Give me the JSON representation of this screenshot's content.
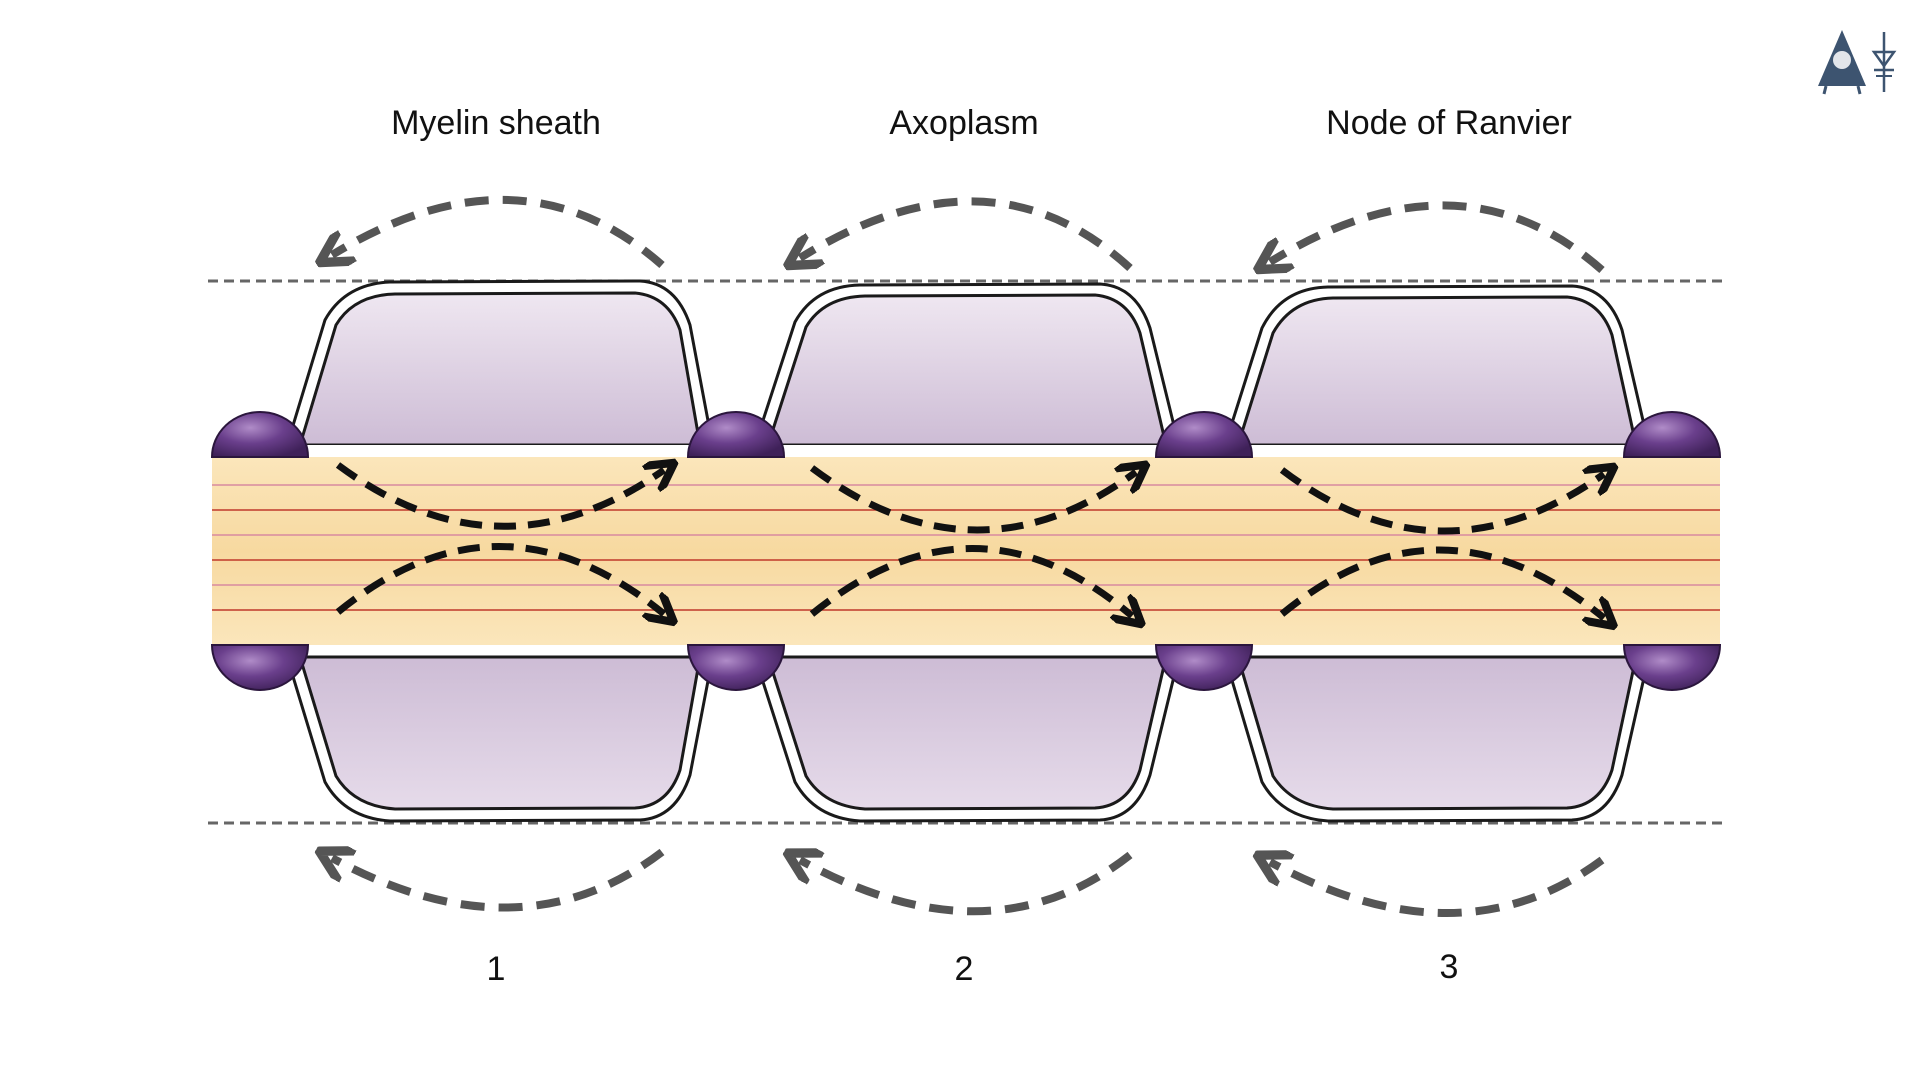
{
  "labels": {
    "myelin_sheath": "Myelin sheath",
    "axoplasm": "Axoplasm",
    "node_of_ranvier": "Node of Ranvier"
  },
  "segment_numbers": [
    "1",
    "2",
    "3"
  ],
  "icons": {
    "logo": "microscope-logo-icon",
    "current_arrow": "dashed-curved-arrow-icon"
  },
  "colors": {
    "myelin_fill": "#d7c9dd",
    "myelin_fill_light": "#efe7f1",
    "myelin_outline": "#1a1a1a",
    "node_fill": "#5a3378",
    "axoplasm_fill": "#f8deaa",
    "axoplasm_line_red": "#c0392b",
    "axoplasm_line_pink": "#d88aa0",
    "outer_arrow": "#555555",
    "inner_arrow": "#111111",
    "boundary_line": "#666666",
    "logo": "#3d5470"
  }
}
